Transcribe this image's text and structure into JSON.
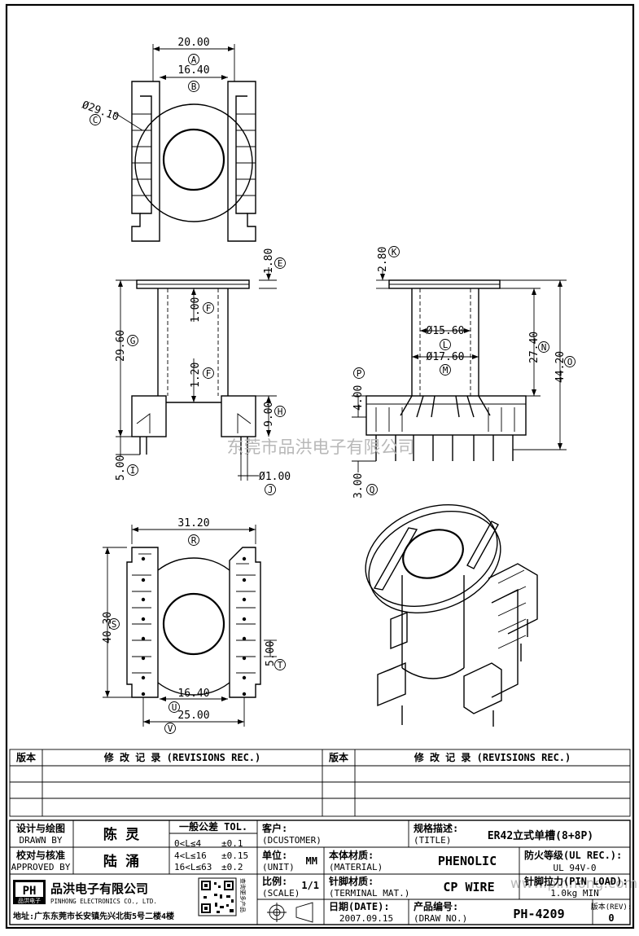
{
  "watermark": "东莞市品洪电子有限公司",
  "watermark_url": "www.pinhong.com.tw",
  "dims": {
    "d_a": "20.00",
    "d_b": "16.40",
    "d_c": "Ø29.10",
    "d_e": "1.80",
    "d_f1": "1.00",
    "d_g": "29.60",
    "d_f2": "1.20",
    "d_h": "9.00",
    "d_i": "5.00",
    "d_j": "Ø1.00",
    "d_k": "2.80",
    "d_l": "Ø15.60",
    "d_m": "Ø17.60",
    "d_n": "27.40",
    "d_o": "44.20",
    "d_p": "4.00",
    "d_q": "3.00",
    "d_r": "31.20",
    "d_s": "40.30",
    "d_t": "5.00",
    "d_u": "16.40",
    "d_v": "25.00"
  },
  "labels": [
    "A",
    "B",
    "C",
    "E",
    "F",
    "G",
    "F",
    "H",
    "I",
    "J",
    "K",
    "L",
    "M",
    "N",
    "O",
    "P",
    "Q",
    "R",
    "S",
    "T",
    "U",
    "V"
  ],
  "revisions": {
    "col_version": "版本",
    "col_record": "修 改 记 录 (REVISIONS REC.)"
  },
  "title_block": {
    "drawn_cn": "设计与绘图",
    "drawn_en": "DRAWN BY",
    "drawn_name": "陈 灵",
    "approved_cn": "校对与核准",
    "approved_en": "APPROVED BY",
    "approved_name": "陆 涌",
    "tol_title": "一般公差 TOL.",
    "tol_rows": [
      {
        "range": "0<L≤4",
        "tol": "±0.1"
      },
      {
        "range": "4<L≤16",
        "tol": "±0.15"
      },
      {
        "range": "16<L≤63",
        "tol": "±0.2"
      }
    ],
    "customer_cn": "客户:",
    "customer_en": "(DCUSTOMER)",
    "unit_cn": "单位:",
    "unit_en": "(UNIT)",
    "unit_val": "MM",
    "scale_cn": "比例:",
    "scale_en": "(SCALE)",
    "scale_val": "1/1",
    "spec_cn": "规格描述:",
    "spec_en": "(TITLE)",
    "spec_val": "ER42立式单槽(8+8P)",
    "material_cn": "本体材质:",
    "material_en": "(MATERIAL)",
    "material_val": "PHENOLIC",
    "fire_cn": "防火等级(UL REC.):",
    "fire_val": "UL 94V-0",
    "terminal_cn": "针脚材质:",
    "terminal_en": "(TERMINAL MAT.)",
    "terminal_val": "CP WIRE",
    "pinload_cn": "针脚拉力(PIN LOAD):",
    "pinload_val": "1.0kg MIN",
    "date_cn": "日期(DATE):",
    "date_val": "2007.09.15",
    "drawno_cn": "产品编号:",
    "drawno_en": "(DRAW NO.)",
    "drawno_val": "PH-4209",
    "rev_cn": "版本(REV):",
    "rev_val": "0",
    "company_cn": "品洪电子有限公司",
    "company_en": "PINHONG ELECTRONICS CO., LTD.",
    "logo_text": "PH",
    "logo_sub": "品洪电子",
    "address": "地址:广东东莞市长安镇先兴北街5号二楼4楼",
    "qr_side": "查询更多产品"
  }
}
